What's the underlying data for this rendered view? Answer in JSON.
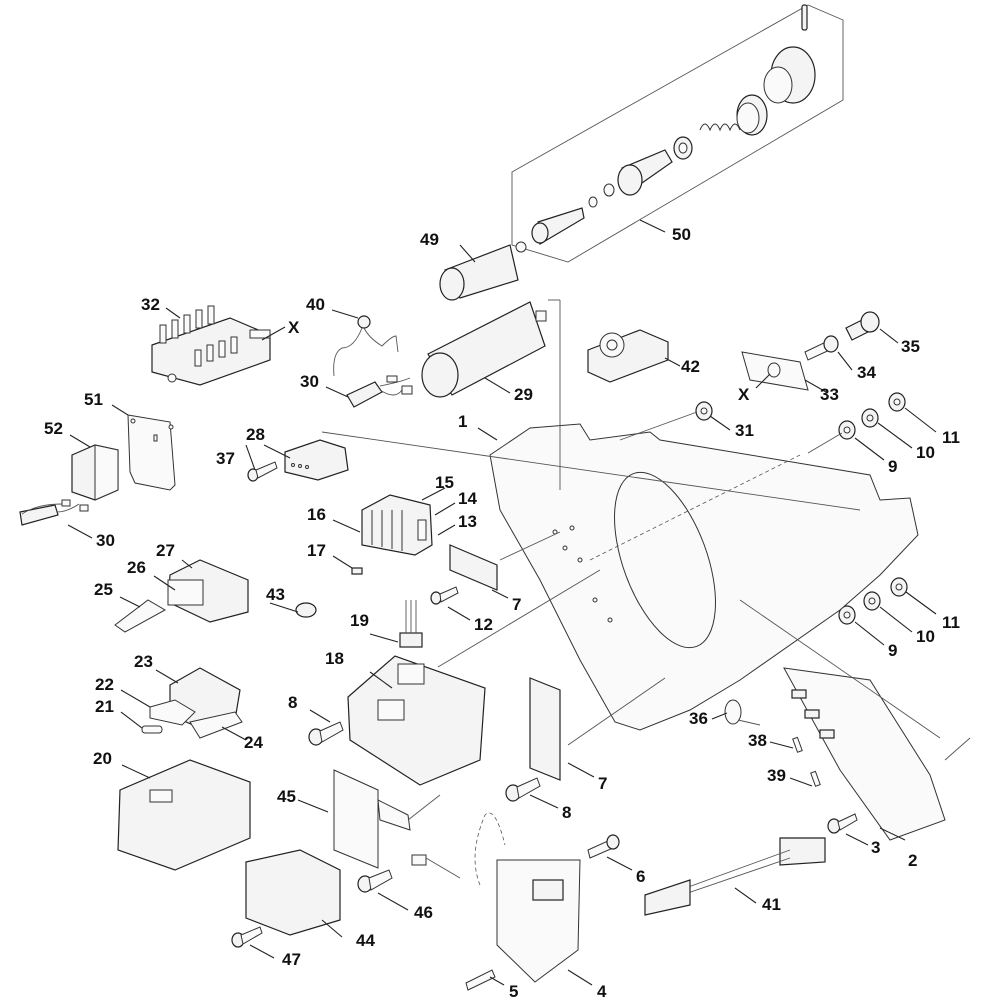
{
  "diagram": {
    "type": "exploded-parts-diagram",
    "callouts": [
      {
        "id": "c1",
        "label": "1"
      },
      {
        "id": "c2",
        "label": "2"
      },
      {
        "id": "c3",
        "label": "3"
      },
      {
        "id": "c4",
        "label": "4"
      },
      {
        "id": "c5",
        "label": "5"
      },
      {
        "id": "c6",
        "label": "6"
      },
      {
        "id": "c7a",
        "label": "7"
      },
      {
        "id": "c7b",
        "label": "7"
      },
      {
        "id": "c8a",
        "label": "8"
      },
      {
        "id": "c8b",
        "label": "8"
      },
      {
        "id": "c9a",
        "label": "9"
      },
      {
        "id": "c9b",
        "label": "9"
      },
      {
        "id": "c10a",
        "label": "10"
      },
      {
        "id": "c10b",
        "label": "10"
      },
      {
        "id": "c11a",
        "label": "11"
      },
      {
        "id": "c11b",
        "label": "11"
      },
      {
        "id": "c12",
        "label": "12"
      },
      {
        "id": "c13",
        "label": "13"
      },
      {
        "id": "c14",
        "label": "14"
      },
      {
        "id": "c15",
        "label": "15"
      },
      {
        "id": "c16",
        "label": "16"
      },
      {
        "id": "c17",
        "label": "17"
      },
      {
        "id": "c18",
        "label": "18"
      },
      {
        "id": "c19",
        "label": "19"
      },
      {
        "id": "c20",
        "label": "20"
      },
      {
        "id": "c21",
        "label": "21"
      },
      {
        "id": "c22",
        "label": "22"
      },
      {
        "id": "c23",
        "label": "23"
      },
      {
        "id": "c24",
        "label": "24"
      },
      {
        "id": "c25",
        "label": "25"
      },
      {
        "id": "c26",
        "label": "26"
      },
      {
        "id": "c27",
        "label": "27"
      },
      {
        "id": "c28",
        "label": "28"
      },
      {
        "id": "c29",
        "label": "29"
      },
      {
        "id": "c30a",
        "label": "30"
      },
      {
        "id": "c30b",
        "label": "30"
      },
      {
        "id": "c31",
        "label": "31"
      },
      {
        "id": "c32",
        "label": "32"
      },
      {
        "id": "c33",
        "label": "33"
      },
      {
        "id": "c34",
        "label": "34"
      },
      {
        "id": "c35",
        "label": "35"
      },
      {
        "id": "c36",
        "label": "36"
      },
      {
        "id": "c37",
        "label": "37"
      },
      {
        "id": "c38",
        "label": "38"
      },
      {
        "id": "c39",
        "label": "39"
      },
      {
        "id": "c40",
        "label": "40"
      },
      {
        "id": "c41",
        "label": "41"
      },
      {
        "id": "c42",
        "label": "42"
      },
      {
        "id": "c43",
        "label": "43"
      },
      {
        "id": "c44",
        "label": "44"
      },
      {
        "id": "c45",
        "label": "45"
      },
      {
        "id": "c46",
        "label": "46"
      },
      {
        "id": "c47",
        "label": "47"
      },
      {
        "id": "c49",
        "label": "49"
      },
      {
        "id": "c50",
        "label": "50"
      },
      {
        "id": "c51",
        "label": "51"
      },
      {
        "id": "c52",
        "label": "52"
      },
      {
        "id": "cXa",
        "label": "X"
      },
      {
        "id": "cXb",
        "label": "X"
      }
    ]
  }
}
